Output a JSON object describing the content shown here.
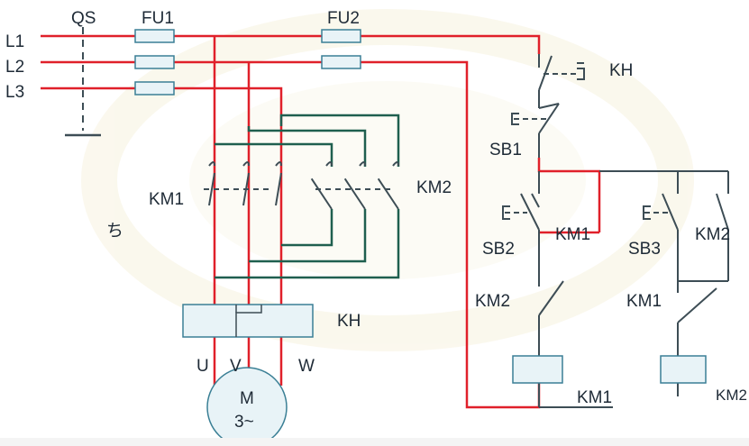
{
  "colors": {
    "power_red": "#e0202a",
    "control_green": "#1f5f4f",
    "control_gray": "#3d4d55",
    "device_fill": "#e8f3f7",
    "device_stroke": "#3a7f95",
    "text": "#1e2a36"
  },
  "labels": {
    "L1": "L1",
    "L2": "L2",
    "L3": "L3",
    "QS": "QS",
    "FU1": "FU1",
    "FU2": "FU2",
    "KH_contact": "KH",
    "SB1": "SB1",
    "KM1_main": "KM1",
    "KM2_main": "KM2",
    "stray_mark": "ち",
    "SB2": "SB2",
    "KM1_hold": "KM1",
    "SB3": "SB3",
    "KM2_hold": "KM2",
    "KM2_interlock": "KM2",
    "KM1_interlock": "KM1",
    "KH_relay": "KH",
    "U": "U",
    "V": "V",
    "W": "W",
    "motor_M": "M",
    "motor_phase": "3~",
    "KM1_coil": "KM1",
    "KM2_coil": "KM2"
  }
}
